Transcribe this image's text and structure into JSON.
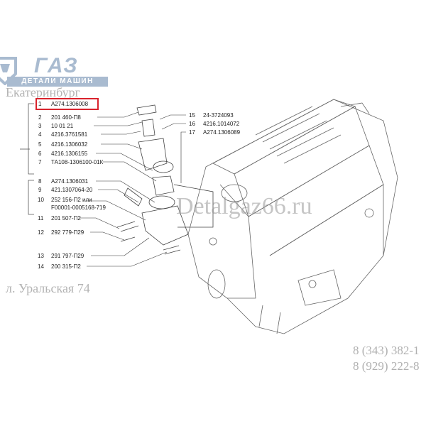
{
  "logo": {
    "brand": "ГАЗ",
    "tagline": "ДЕТАЛИ МАШИН",
    "color": "#a9bbd0"
  },
  "watermark": {
    "city": "Екатеринбург",
    "street": "л. Уральская 74",
    "site": "Detalgaz66.ru"
  },
  "phones": [
    "8 (343) 382-1",
    "8 (929) 222-8"
  ],
  "highlight_color": "#d9232d",
  "parts_left": [
    {
      "num": "1",
      "code": "А274.1306008"
    },
    {
      "num": "2",
      "code": "201 460-П8"
    },
    {
      "num": "3",
      "code": "10 01 21"
    },
    {
      "num": "4",
      "code": "4216.3761581"
    },
    {
      "num": "5",
      "code": "4216.1306032"
    },
    {
      "num": "6",
      "code": "4216.1306155"
    },
    {
      "num": "7",
      "code": "ТА108-1306100-01К"
    },
    {
      "num": "8",
      "code": "А274.1306031"
    },
    {
      "num": "9",
      "code": "421.1307064-20"
    },
    {
      "num": "10",
      "code": "252 156-П2 или",
      "code2": "F00001-0005168-719"
    },
    {
      "num": "11",
      "code": "201 507-П2"
    },
    {
      "num": "12",
      "code": "292 779-П29"
    },
    {
      "num": "13",
      "code": "291 797-П29"
    },
    {
      "num": "14",
      "code": "200 315-П2"
    }
  ],
  "parts_right": [
    {
      "num": "15",
      "code": "24-3724093"
    },
    {
      "num": "16",
      "code": "4216.1014072"
    },
    {
      "num": "17",
      "code": "А274.1306089"
    }
  ]
}
